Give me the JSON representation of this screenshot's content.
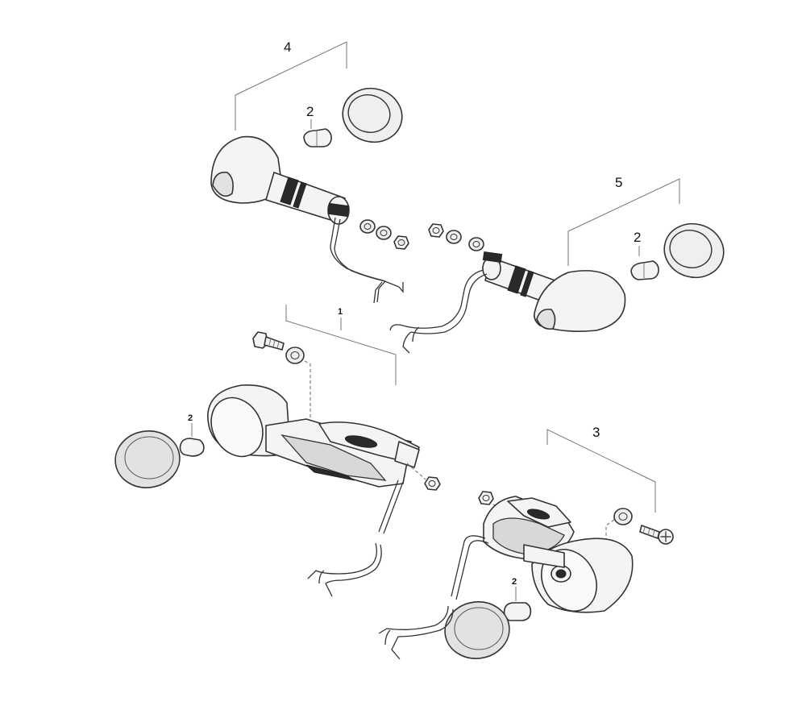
{
  "callouts": {
    "c1": "1",
    "c2_top": "2",
    "c2_right": "2",
    "c2_left": "2",
    "c2_bottom": "2",
    "c3": "3",
    "c4": "4",
    "c5": "5"
  }
}
